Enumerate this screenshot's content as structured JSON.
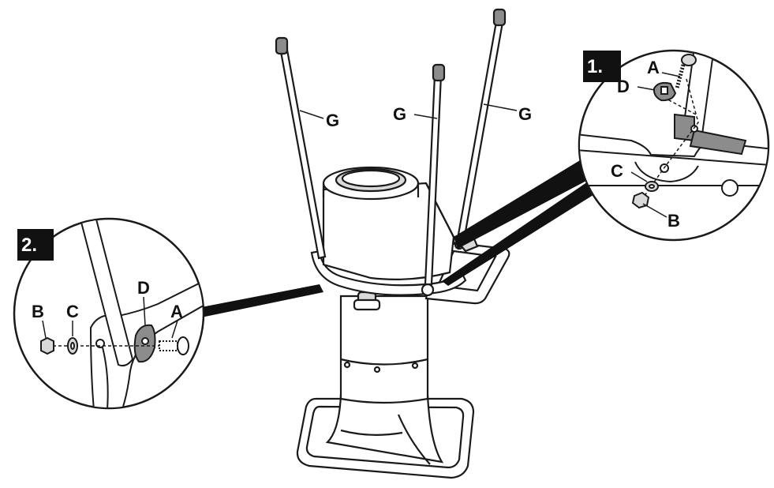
{
  "diagram": {
    "step_1": "1.",
    "step_2": "2.",
    "labels": {
      "a": "A",
      "b": "B",
      "c": "C",
      "d": "D",
      "g": "G"
    },
    "colors": {
      "line": "#1a1a1a",
      "fill_light": "#ffffff",
      "fill_shade": "#d9d9d9",
      "fill_dark": "#8c8c8c",
      "badge": "#111111"
    }
  }
}
